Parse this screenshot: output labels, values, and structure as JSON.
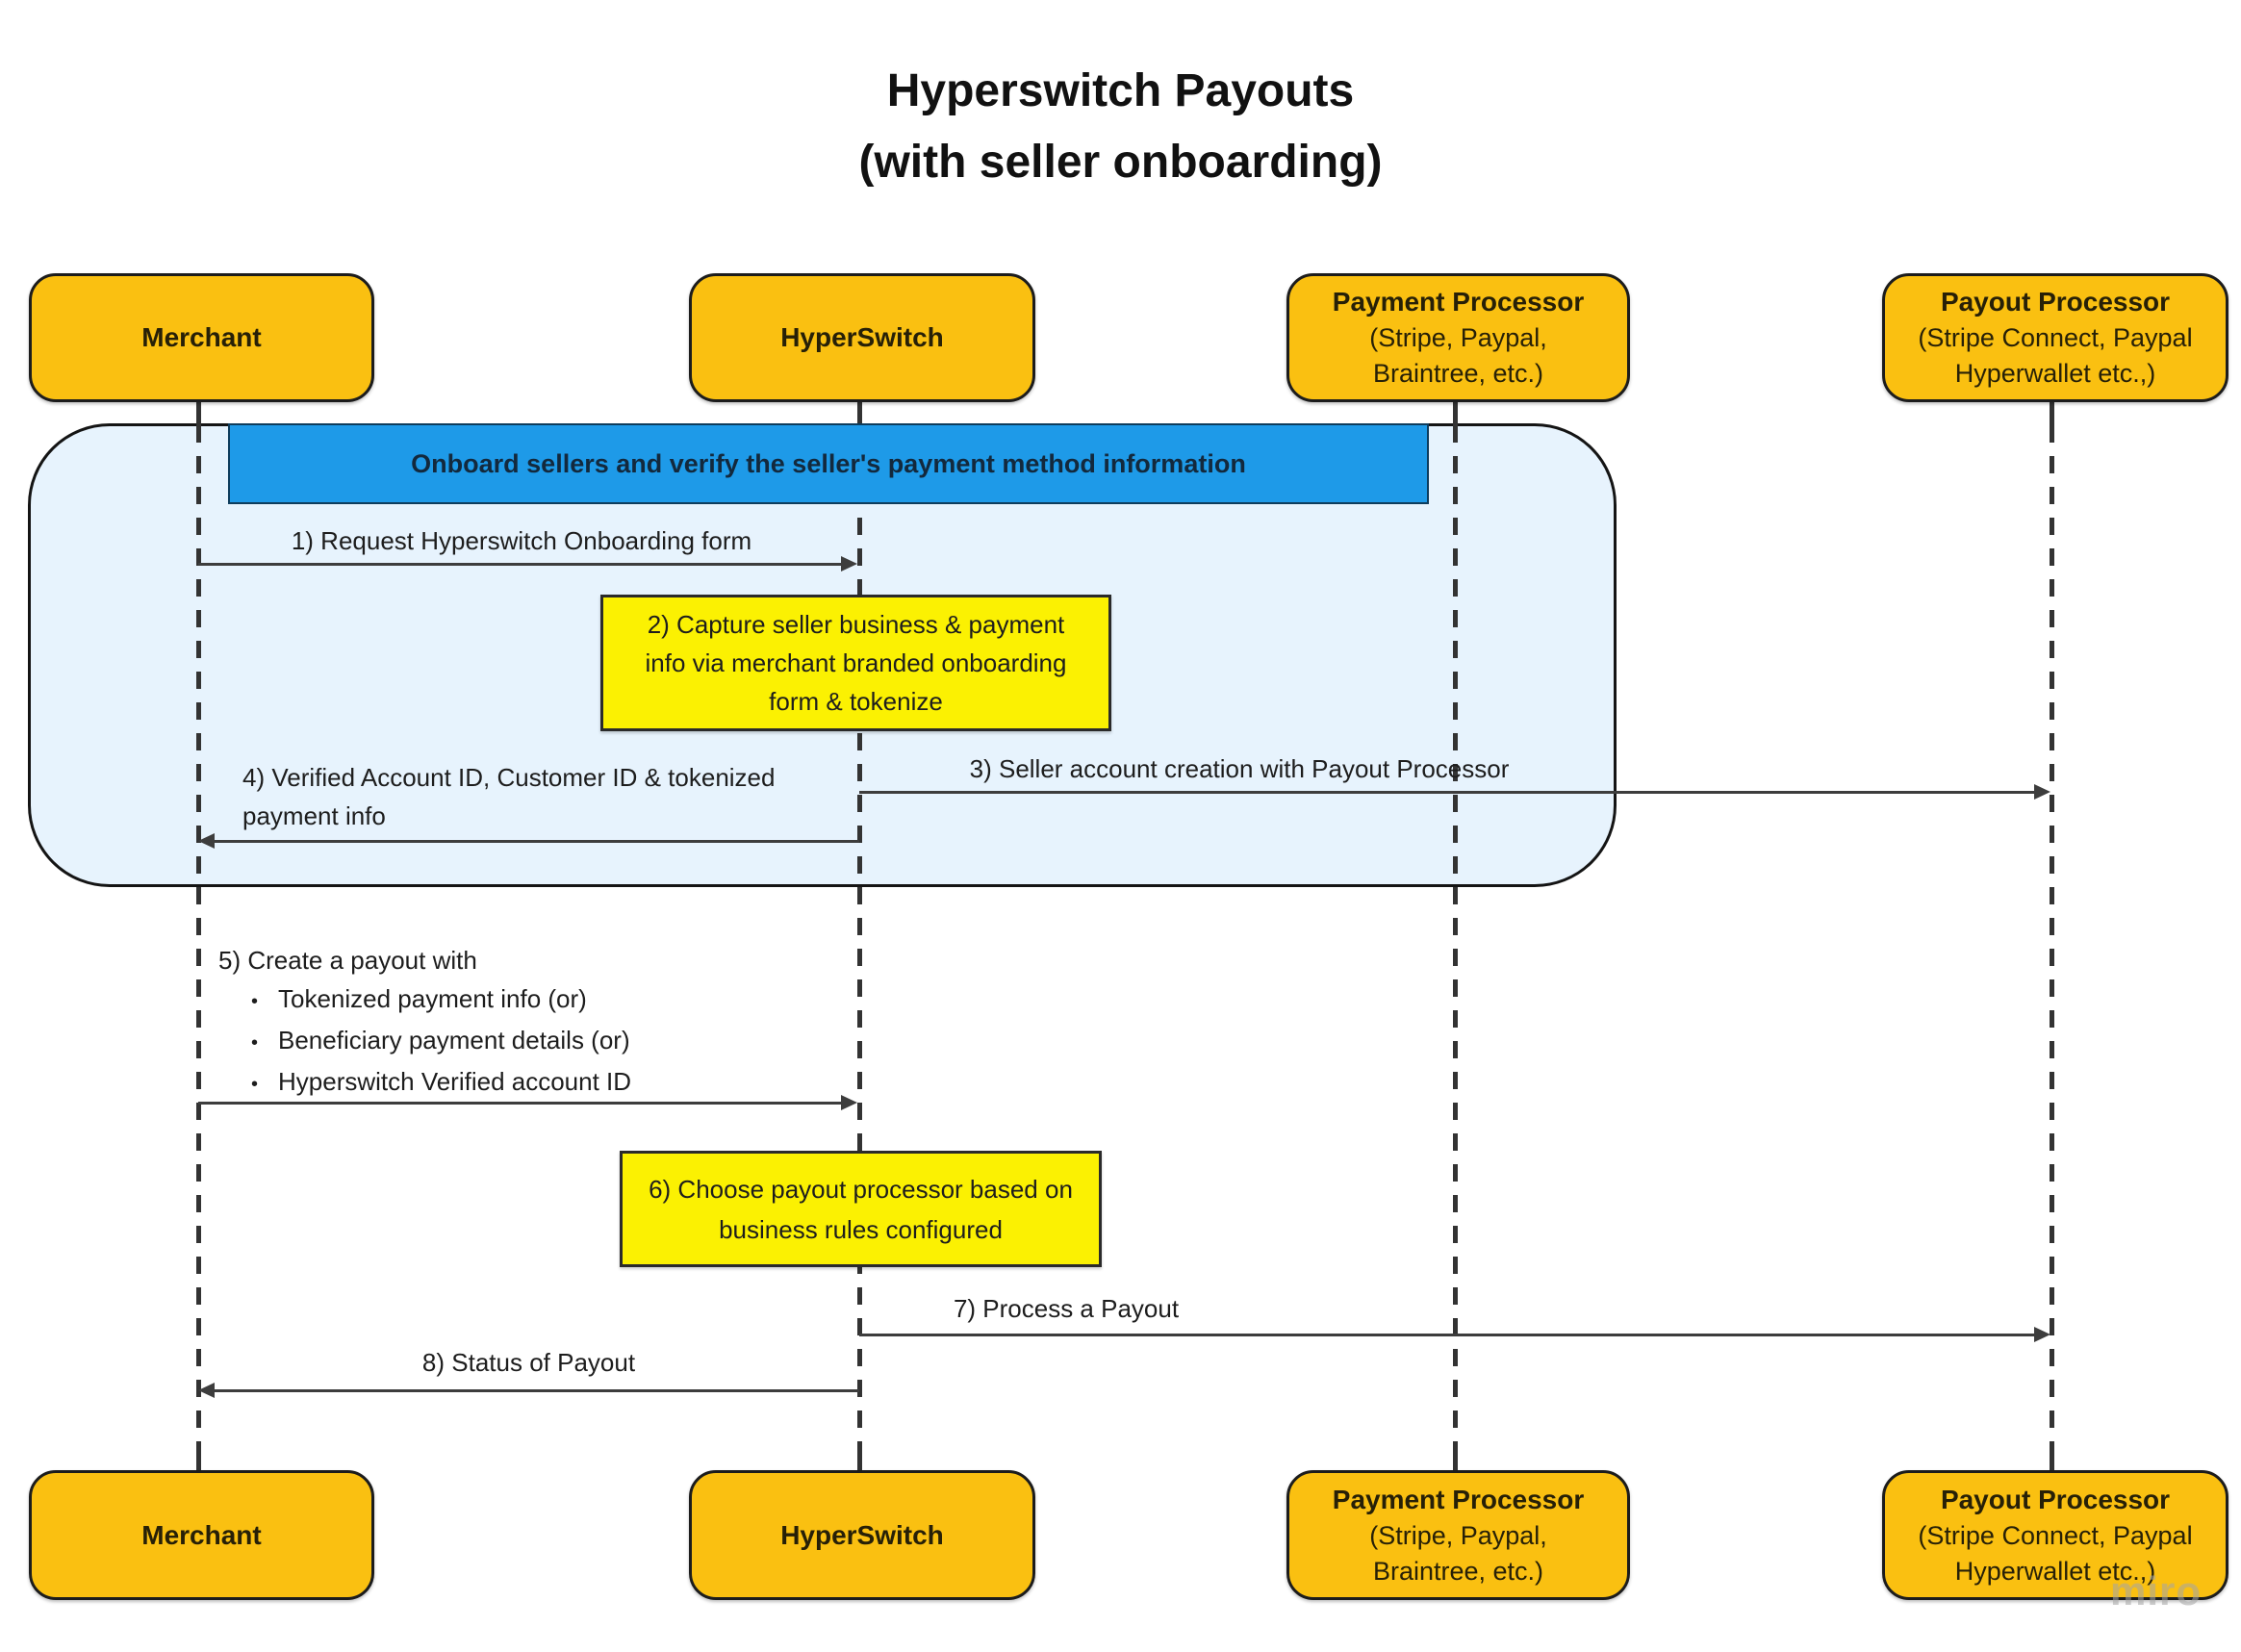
{
  "title": {
    "line1": "Hyperswitch Payouts",
    "line2": "(with seller onboarding)"
  },
  "actors": {
    "merchant": {
      "name": "Merchant"
    },
    "hyperswitch": {
      "name": "HyperSwitch"
    },
    "payment_processor": {
      "name": "Payment Processor",
      "sub1": "(Stripe, Paypal,",
      "sub2": "Braintree, etc.)"
    },
    "payout_processor": {
      "name": "Payout Processor",
      "sub1": "(Stripe Connect, Paypal",
      "sub2": "Hyperwallet etc.,)"
    }
  },
  "frame": {
    "header": "Onboard sellers and verify the seller's payment method information"
  },
  "messages": {
    "m1": "1) Request Hyperswitch Onboarding form",
    "note2": "2) Capture seller business & payment info via merchant branded onboarding form & tokenize",
    "m3": "3) Seller account creation with Payout Processor",
    "m4": "4) Verified Account ID, Customer ID & tokenized payment info",
    "m5_title": "5) Create a payout with",
    "m5_bullets": [
      "Tokenized payment info (or)",
      "Beneficiary payment details (or)",
      "Hyperswitch Verified account ID"
    ],
    "note6": "6) Choose payout processor based on business rules configured",
    "m7": "7) Process a Payout",
    "m8": "8) Status of Payout"
  },
  "watermark": "miro",
  "colors": {
    "canvas_bg": "#ffffff",
    "actor_fill": "#fac011",
    "actor_border": "#1c1c1c",
    "actor_text": "#272007",
    "frame_fill": "#e7f3fd",
    "frame_border": "#141414",
    "header_fill": "#1e9ae8",
    "header_text": "#13293d",
    "note_fill": "#fbf102",
    "note_border": "#2a2a2a",
    "line_color": "#3d3d3d",
    "lifeline_color": "#333333",
    "label_text": "#1d1d1d",
    "title_text": "#111111",
    "watermark_color": "#a6a6a6"
  }
}
